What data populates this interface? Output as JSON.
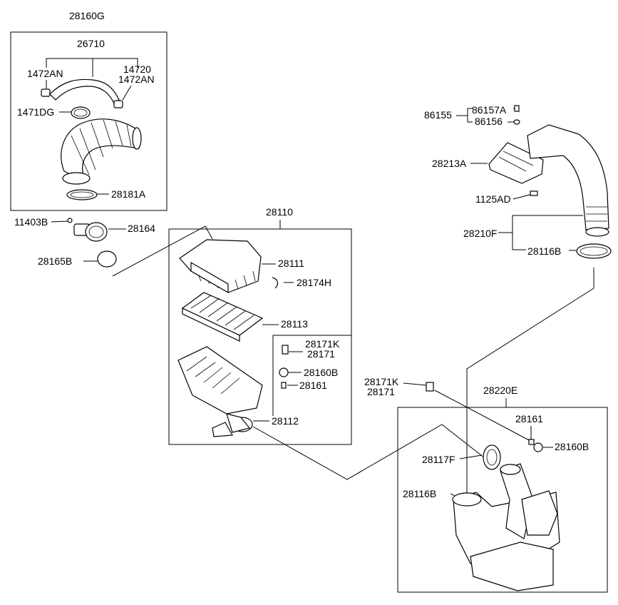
{
  "labels": {
    "l_28160G": "28160G",
    "l_26710": "26710",
    "l_1472AN_a": "1472AN",
    "l_14720": "14720",
    "l_1472AN_b": "1472AN",
    "l_1471DG": "1471DG",
    "l_28181A": "28181A",
    "l_11403B": "11403B",
    "l_28164": "28164",
    "l_28165B": "28165B",
    "l_28110": "28110",
    "l_28111": "28111",
    "l_28174H": "28174H",
    "l_28113": "28113",
    "l_28171K_a": "28171K",
    "l_28171_a": "28171",
    "l_28160B_a": "28160B",
    "l_28161_a": "28161",
    "l_28112": "28112",
    "l_86155": "86155",
    "l_86157A": "86157A",
    "l_86156": "86156",
    "l_28213A": "28213A",
    "l_1125AD": "1125AD",
    "l_28210F": "28210F",
    "l_28116B_a": "28116B",
    "l_28171K_b": "28171K",
    "l_28171_b": "28171",
    "l_28220E": "28220E",
    "l_28161_b": "28161",
    "l_28160B_b": "28160B",
    "l_28117F": "28117F",
    "l_28116B_b": "28116B"
  }
}
